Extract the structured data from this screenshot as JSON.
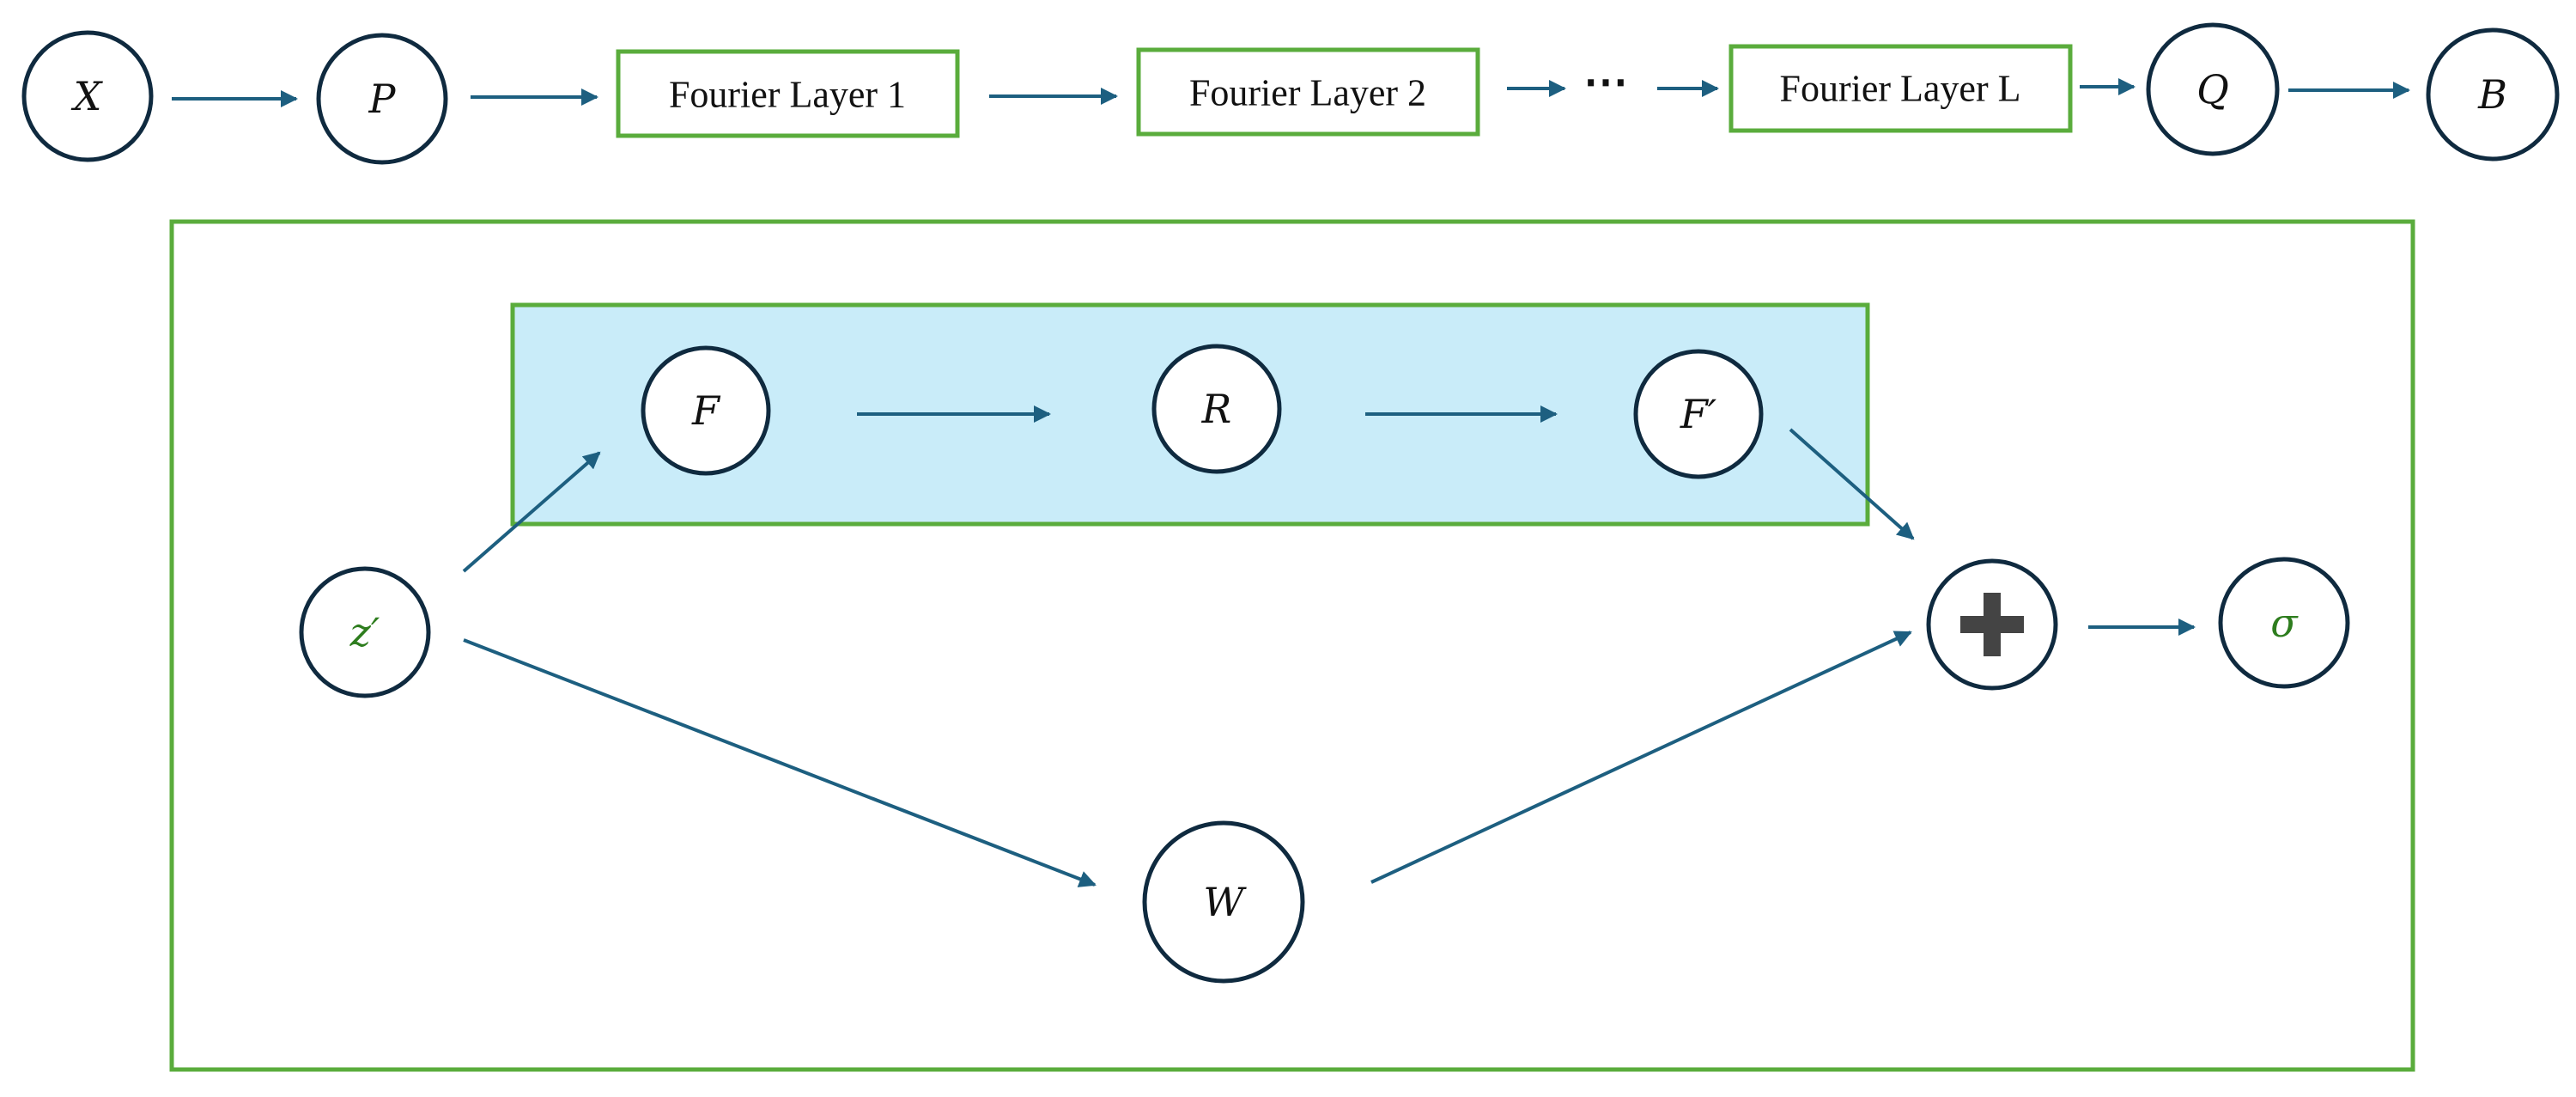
{
  "colors": {
    "edge": "#1d5f80",
    "box_border": "#5aac3c",
    "spectral_fill": "#c9ecf9",
    "green_text": "#2e7d1e",
    "node_border": "#0f2a3f",
    "plus": "#444444"
  },
  "pipeline": {
    "input": "X",
    "lift": "P",
    "layer1": "Fourier Layer 1",
    "layer2": "Fourier Layer 2",
    "ellipsis": "⋯",
    "layerL": "Fourier Layer L",
    "project": "Q",
    "output": "B"
  },
  "fourier_layer": {
    "input": "z′",
    "fft": "F",
    "weights": "R",
    "ifft": "F′",
    "linear": "W",
    "sum_icon": "plus-icon",
    "activation": "σ"
  }
}
